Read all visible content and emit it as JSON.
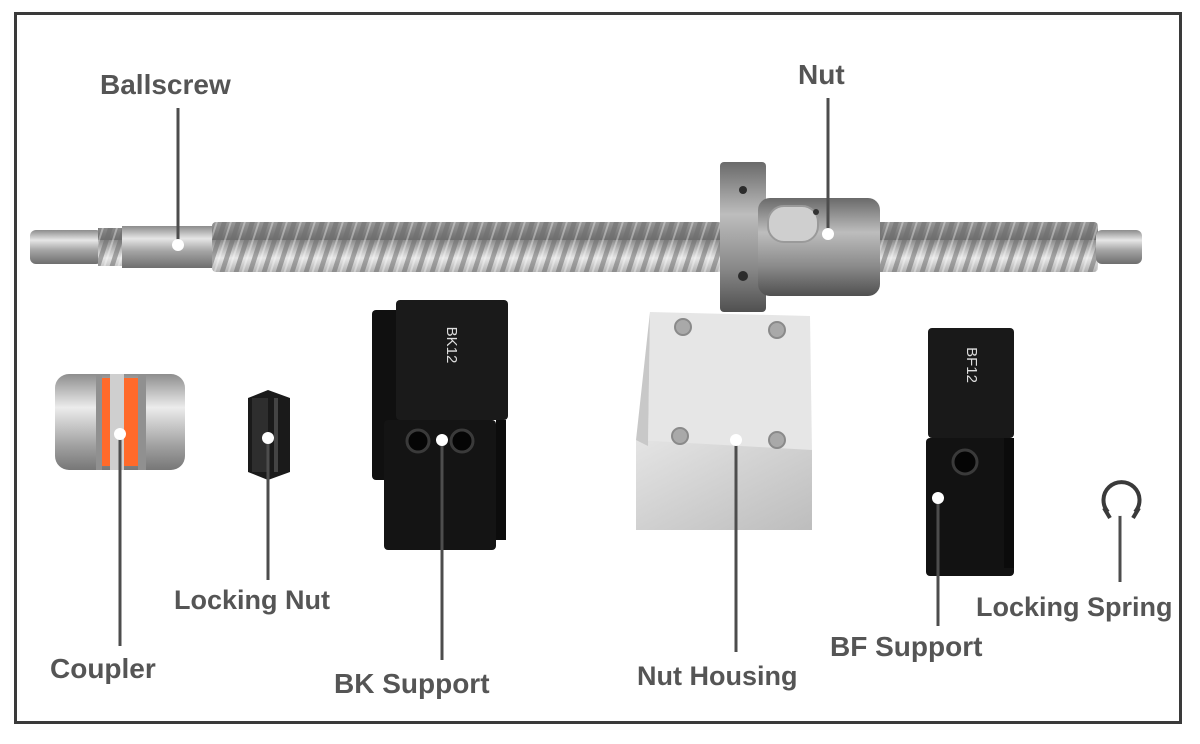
{
  "labels": {
    "ballscrew": "Ballscrew",
    "nut": "Nut",
    "coupler": "Coupler",
    "locking_nut": "Locking Nut",
    "bk_support": "BK Support",
    "nut_housing": "Nut Housing",
    "bf_support": "BF Support",
    "locking_spring": "Locking Spring"
  },
  "markings": {
    "bk": "BK12",
    "bf": "BF12"
  },
  "colors": {
    "label": "#555555",
    "leader": "#4d4d4d",
    "frame": "#3a3a3a",
    "block": "#151515",
    "steel": "#b9b9b9",
    "aluminium": "#d6d6d6",
    "spider": "#ff6a2a"
  }
}
